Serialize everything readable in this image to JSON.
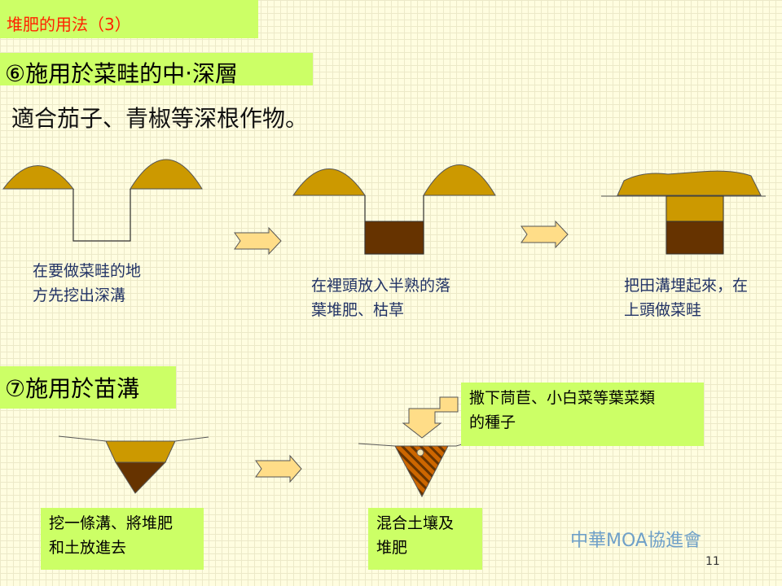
{
  "slide": {
    "title": "堆肥的用法（3）",
    "section1": {
      "heading": "⑥施用於菜畦的中‧深層",
      "intro": "適合茄子、青椒等深根作物。",
      "step1_line1": "在要做菜畦的地",
      "step1_line2": "方先挖出深溝",
      "step2_line1": "在裡頭放入半熟的落",
      "step2_line2": "葉堆肥、枯草",
      "step3_line1": "把田溝埋起來，在",
      "step3_line2": "上頭做菜畦"
    },
    "section2": {
      "heading": "⑦施用於苗溝",
      "step1_line1": "挖一條溝、將堆肥",
      "step1_line2": "和土放進去",
      "step2_line1": "混合土壤及",
      "step2_line2": "堆肥",
      "seed_line1": "撒下茼苣、小白菜等葉菜類",
      "seed_line2": "的種子"
    },
    "footer": {
      "organization": "中華MOA協進會",
      "page_number": "11"
    },
    "colors": {
      "soil": "#cc9900",
      "compost": "#663300",
      "accent_green": "#ccff66",
      "arrow": "#ffdd88"
    }
  }
}
